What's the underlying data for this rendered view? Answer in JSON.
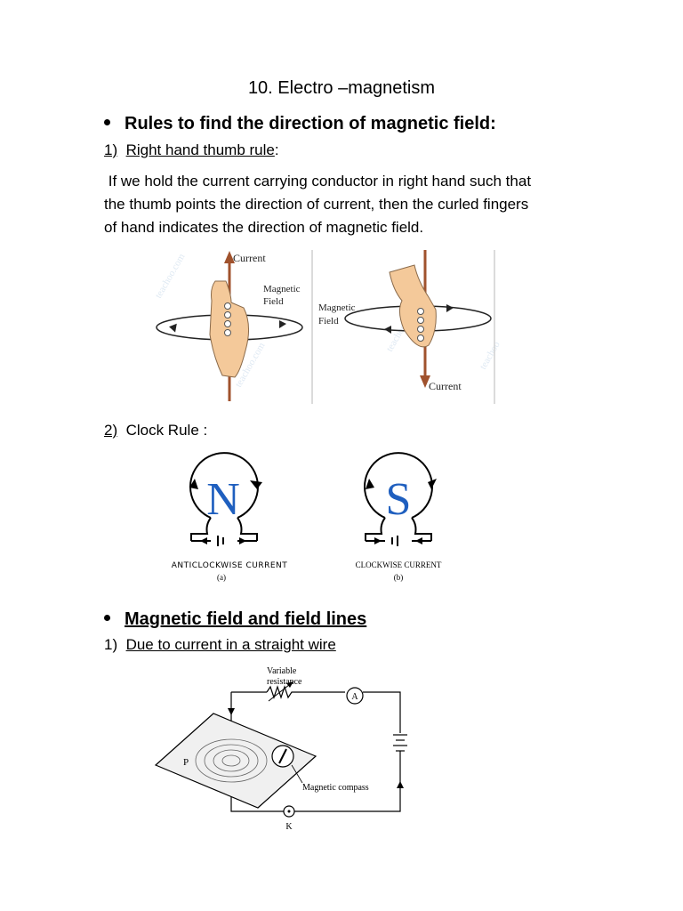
{
  "document": {
    "title": "10. Electro –magnetism",
    "section1": {
      "heading": "Rules to find the direction of magnetic field:",
      "rule1": {
        "num": "1)",
        "label": "Right hand thumb rule",
        "suffix": ":",
        "paragraph": [
          " If we hold the current carrying conductor in right hand such that",
          "the thumb points the direction of current, then the curled fingers",
          "of hand indicates the direction of magnetic field."
        ],
        "figure_labels": {
          "current_up": "Current",
          "magnetic": "Magnetic",
          "field": "Field",
          "current_down": "Current"
        }
      },
      "rule2": {
        "num": "2)",
        "label": "Clock Rule :",
        "figure": {
          "letter_a": "N",
          "letter_b": "S",
          "caption_a": "ANTICLOCKWISE CURRENT",
          "sub_a": "(a)",
          "caption_b": "CLOCKWISE CURRENT",
          "sub_b": "(b)"
        }
      }
    },
    "section2": {
      "heading": "Magnetic field and field lines",
      "item1": {
        "num": "1)",
        "label": "Due to current in a straight wire"
      },
      "figure": {
        "variable": "Variable",
        "resistance": "resistance",
        "ammeter": "A",
        "point": "P",
        "compass": "Magnetic compass",
        "key": "K"
      }
    }
  }
}
